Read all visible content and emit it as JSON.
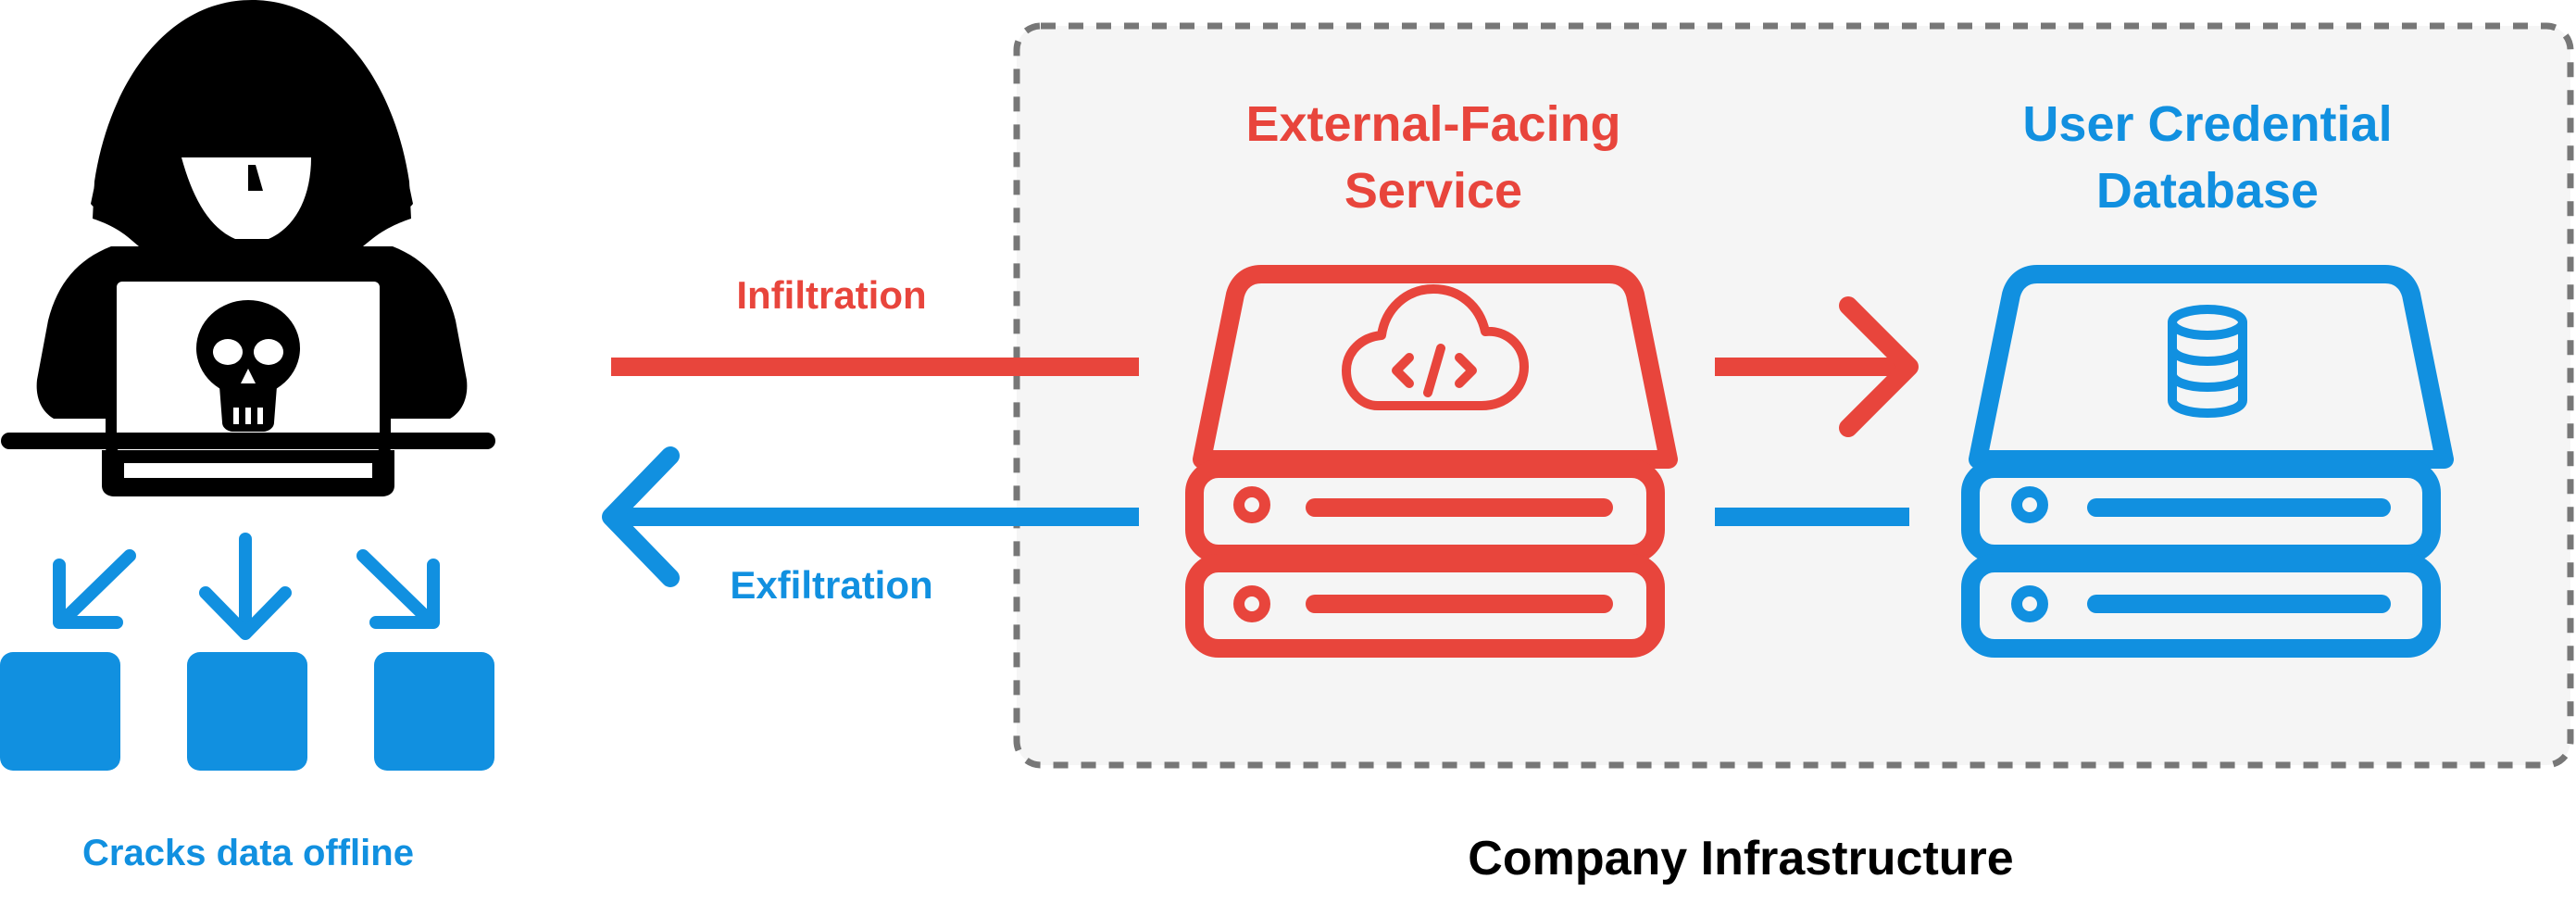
{
  "colors": {
    "red": "#e8453c",
    "blue": "#1190e0",
    "black": "#000000",
    "panel_fill": "#f5f5f5",
    "panel_border": "#777777"
  },
  "attacker": {
    "icon": "hacker-with-laptop-icon",
    "laptop_icon": "skull-icon"
  },
  "offline": {
    "label": "Cracks data offline",
    "blocks": [
      "data-block",
      "data-block",
      "data-block"
    ]
  },
  "flows": {
    "infiltration": "Infiltration",
    "exfiltration": "Exfiltration"
  },
  "infrastructure": {
    "label": "Company Infrastructure",
    "external_service": {
      "title_line1": "External-Facing",
      "title_line2": "Service",
      "icon": "cloud-code-icon"
    },
    "credential_db": {
      "title_line1": "User Credential",
      "title_line2": "Database",
      "icon": "database-icon"
    }
  }
}
